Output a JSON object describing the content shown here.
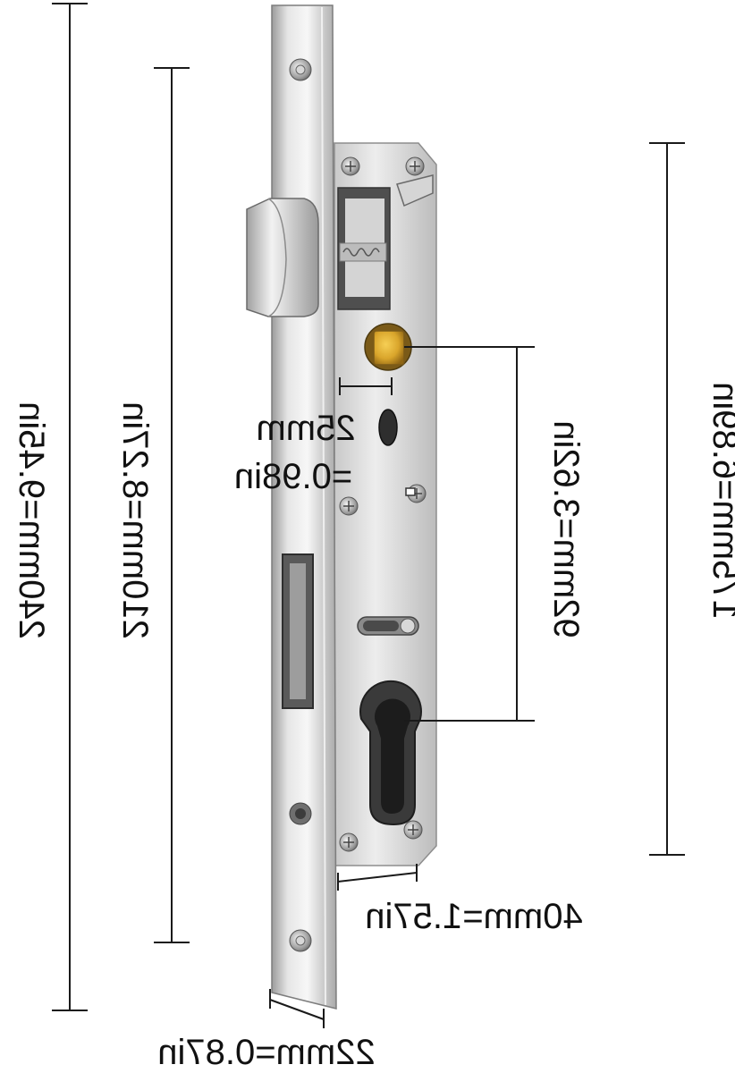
{
  "dimensions": {
    "total_height": "240mm=9.45in",
    "screw_spacing": "210mm=8.27in",
    "case_height": "175mm=6.89in",
    "center_distance": "92mm=3.62in",
    "backset_line1": "25mm",
    "backset_line2": "=0.98in",
    "case_depth": "40mm=1.57in",
    "faceplate_width": "22mm=0.87in"
  },
  "colors": {
    "steel_light": "#eaeaea",
    "steel_mid": "#bdbdbd",
    "steel_dark": "#8a8a8a",
    "brass": "#d9a52b",
    "line": "#1a1a1a"
  },
  "icons": [
    "screw-icon",
    "cylinder-keyhole-icon",
    "brass-bolt-icon"
  ]
}
